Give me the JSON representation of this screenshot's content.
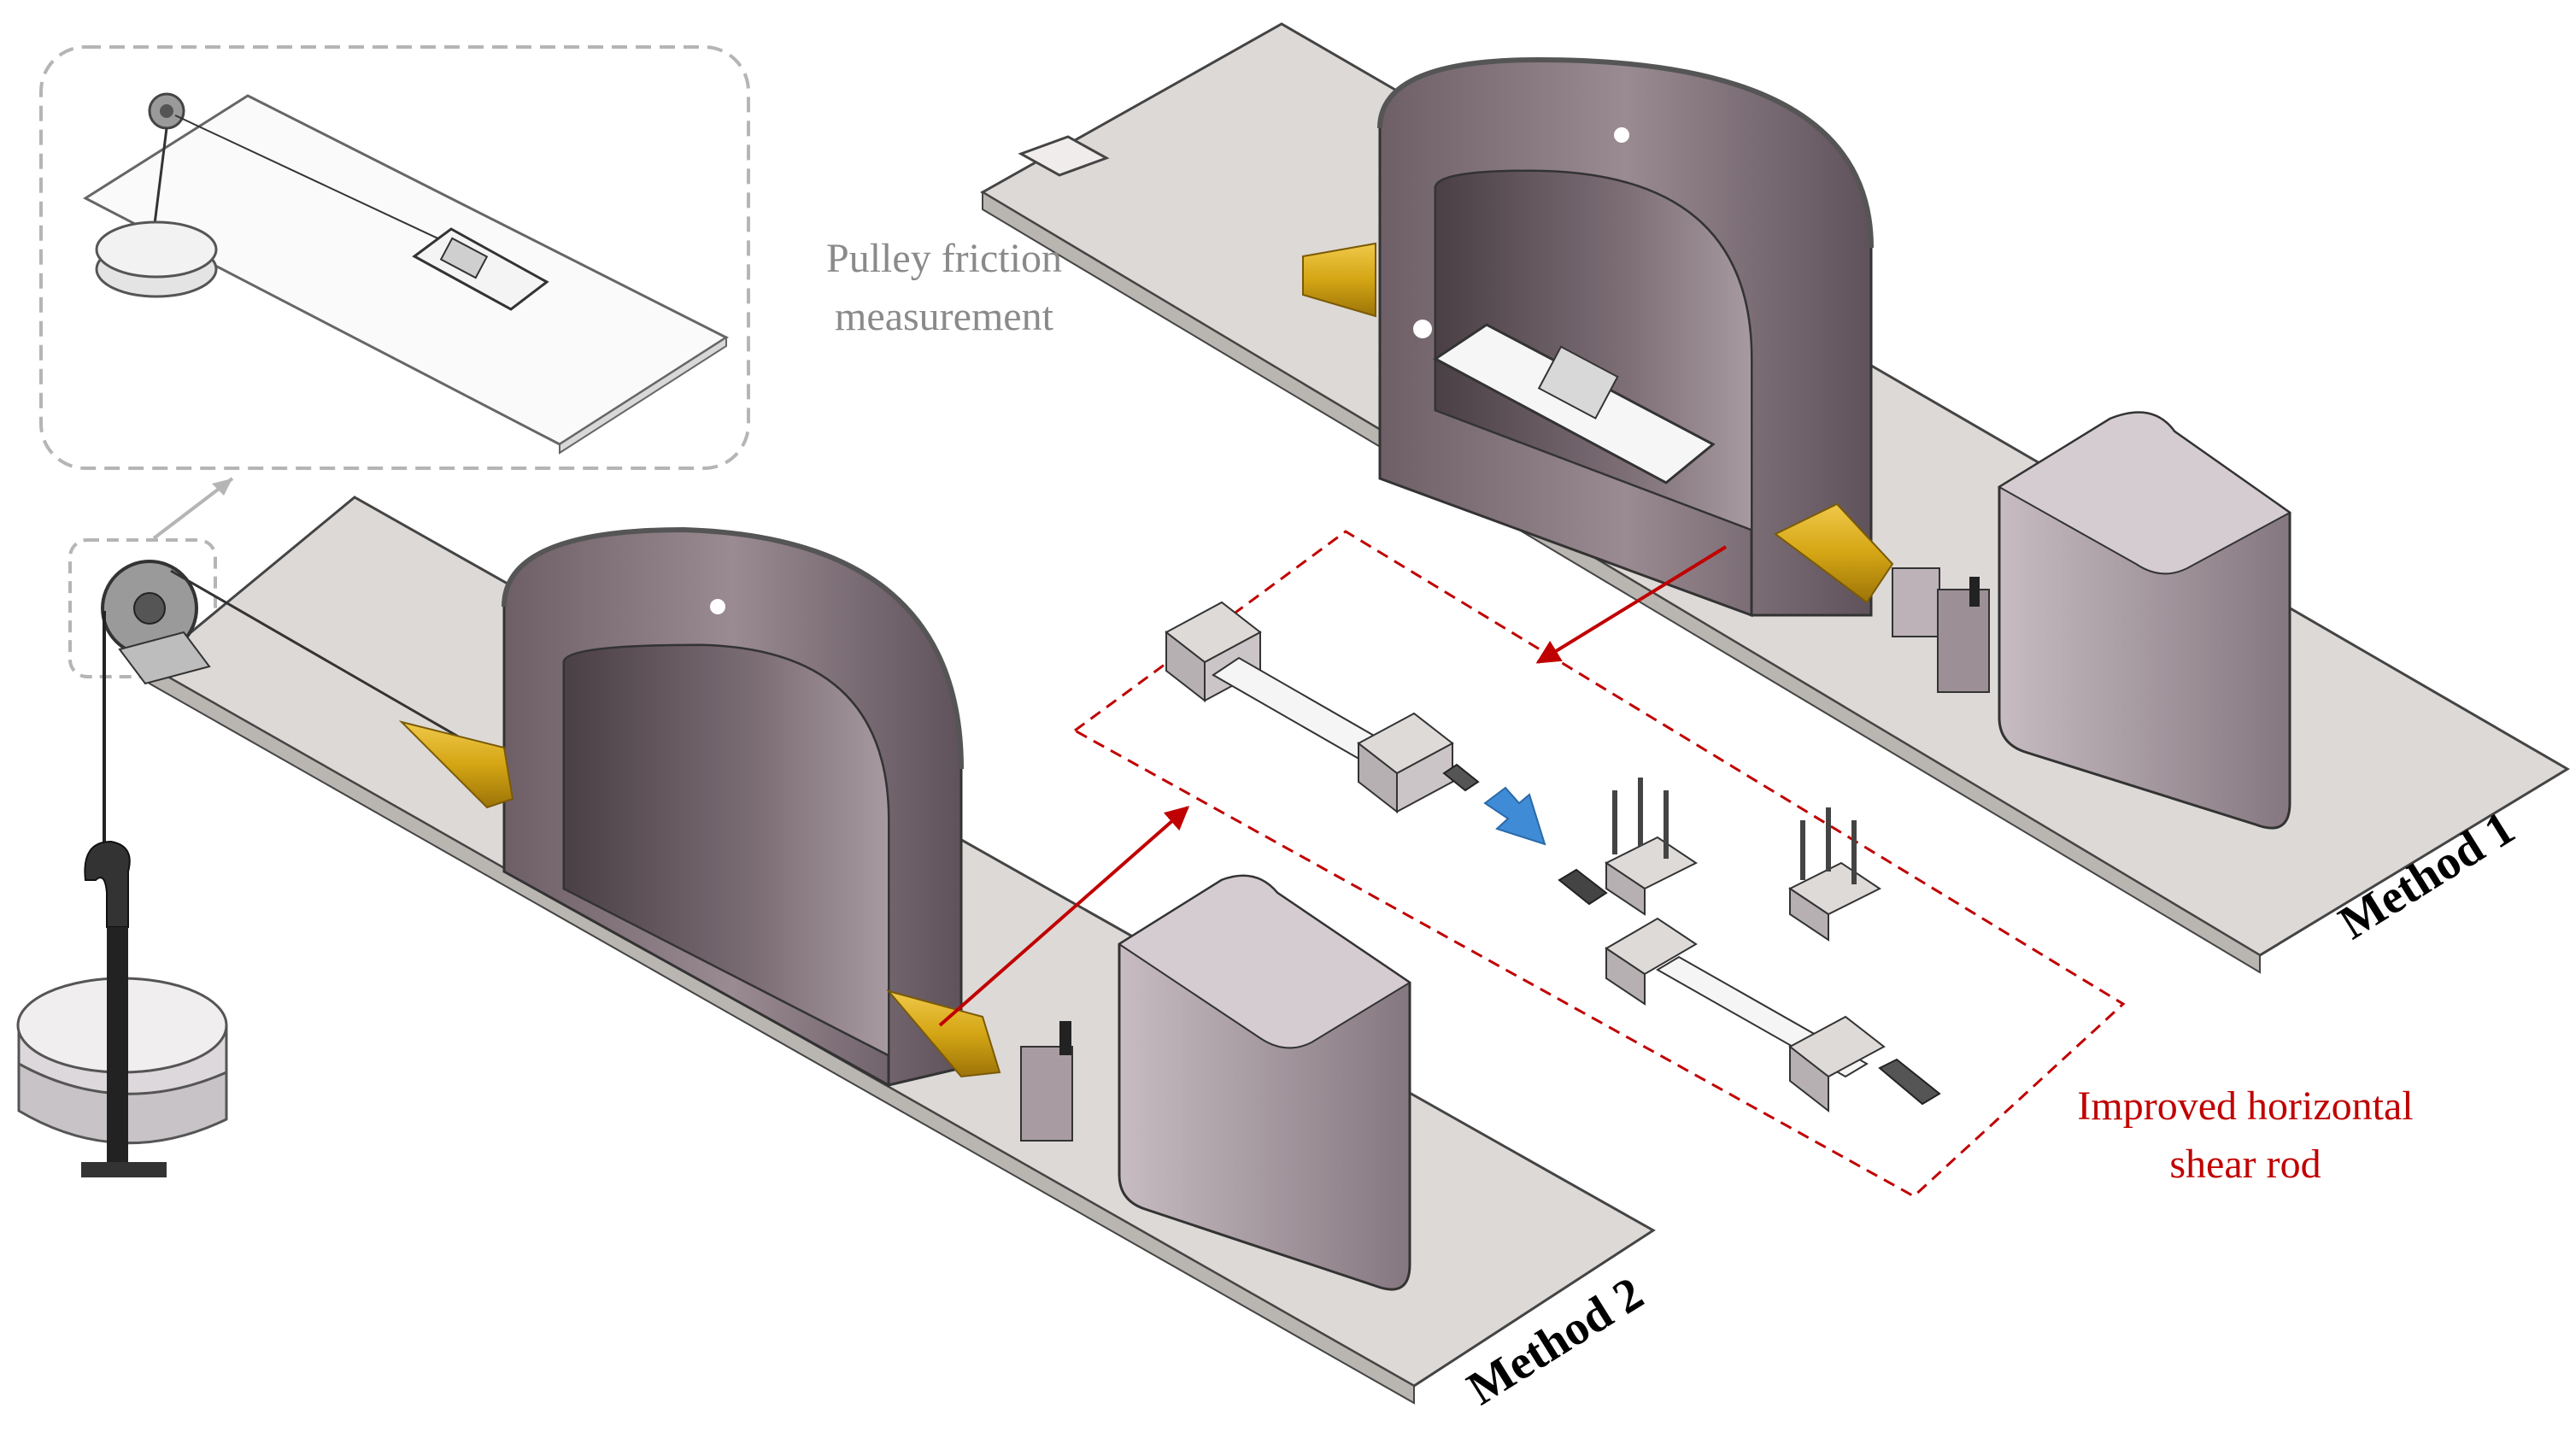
{
  "labels": {
    "pulley_friction_line1": "Pulley friction",
    "pulley_friction_line2": "measurement",
    "improved_rod_line1": "Improved horizontal",
    "improved_rod_line2": "shear rod",
    "method1": "Method 1",
    "method2": "Method 2"
  },
  "colors": {
    "base_plate": "#dcd9d6",
    "cylinder_outer": "#8a7880",
    "cylinder_inner": "#5e5158",
    "box": "#9d9098",
    "gold": "#d4a514",
    "red_annotation": "#c00000",
    "dashed_gray": "#b5b5b5",
    "arrow_blue": "#3f8bd6"
  }
}
